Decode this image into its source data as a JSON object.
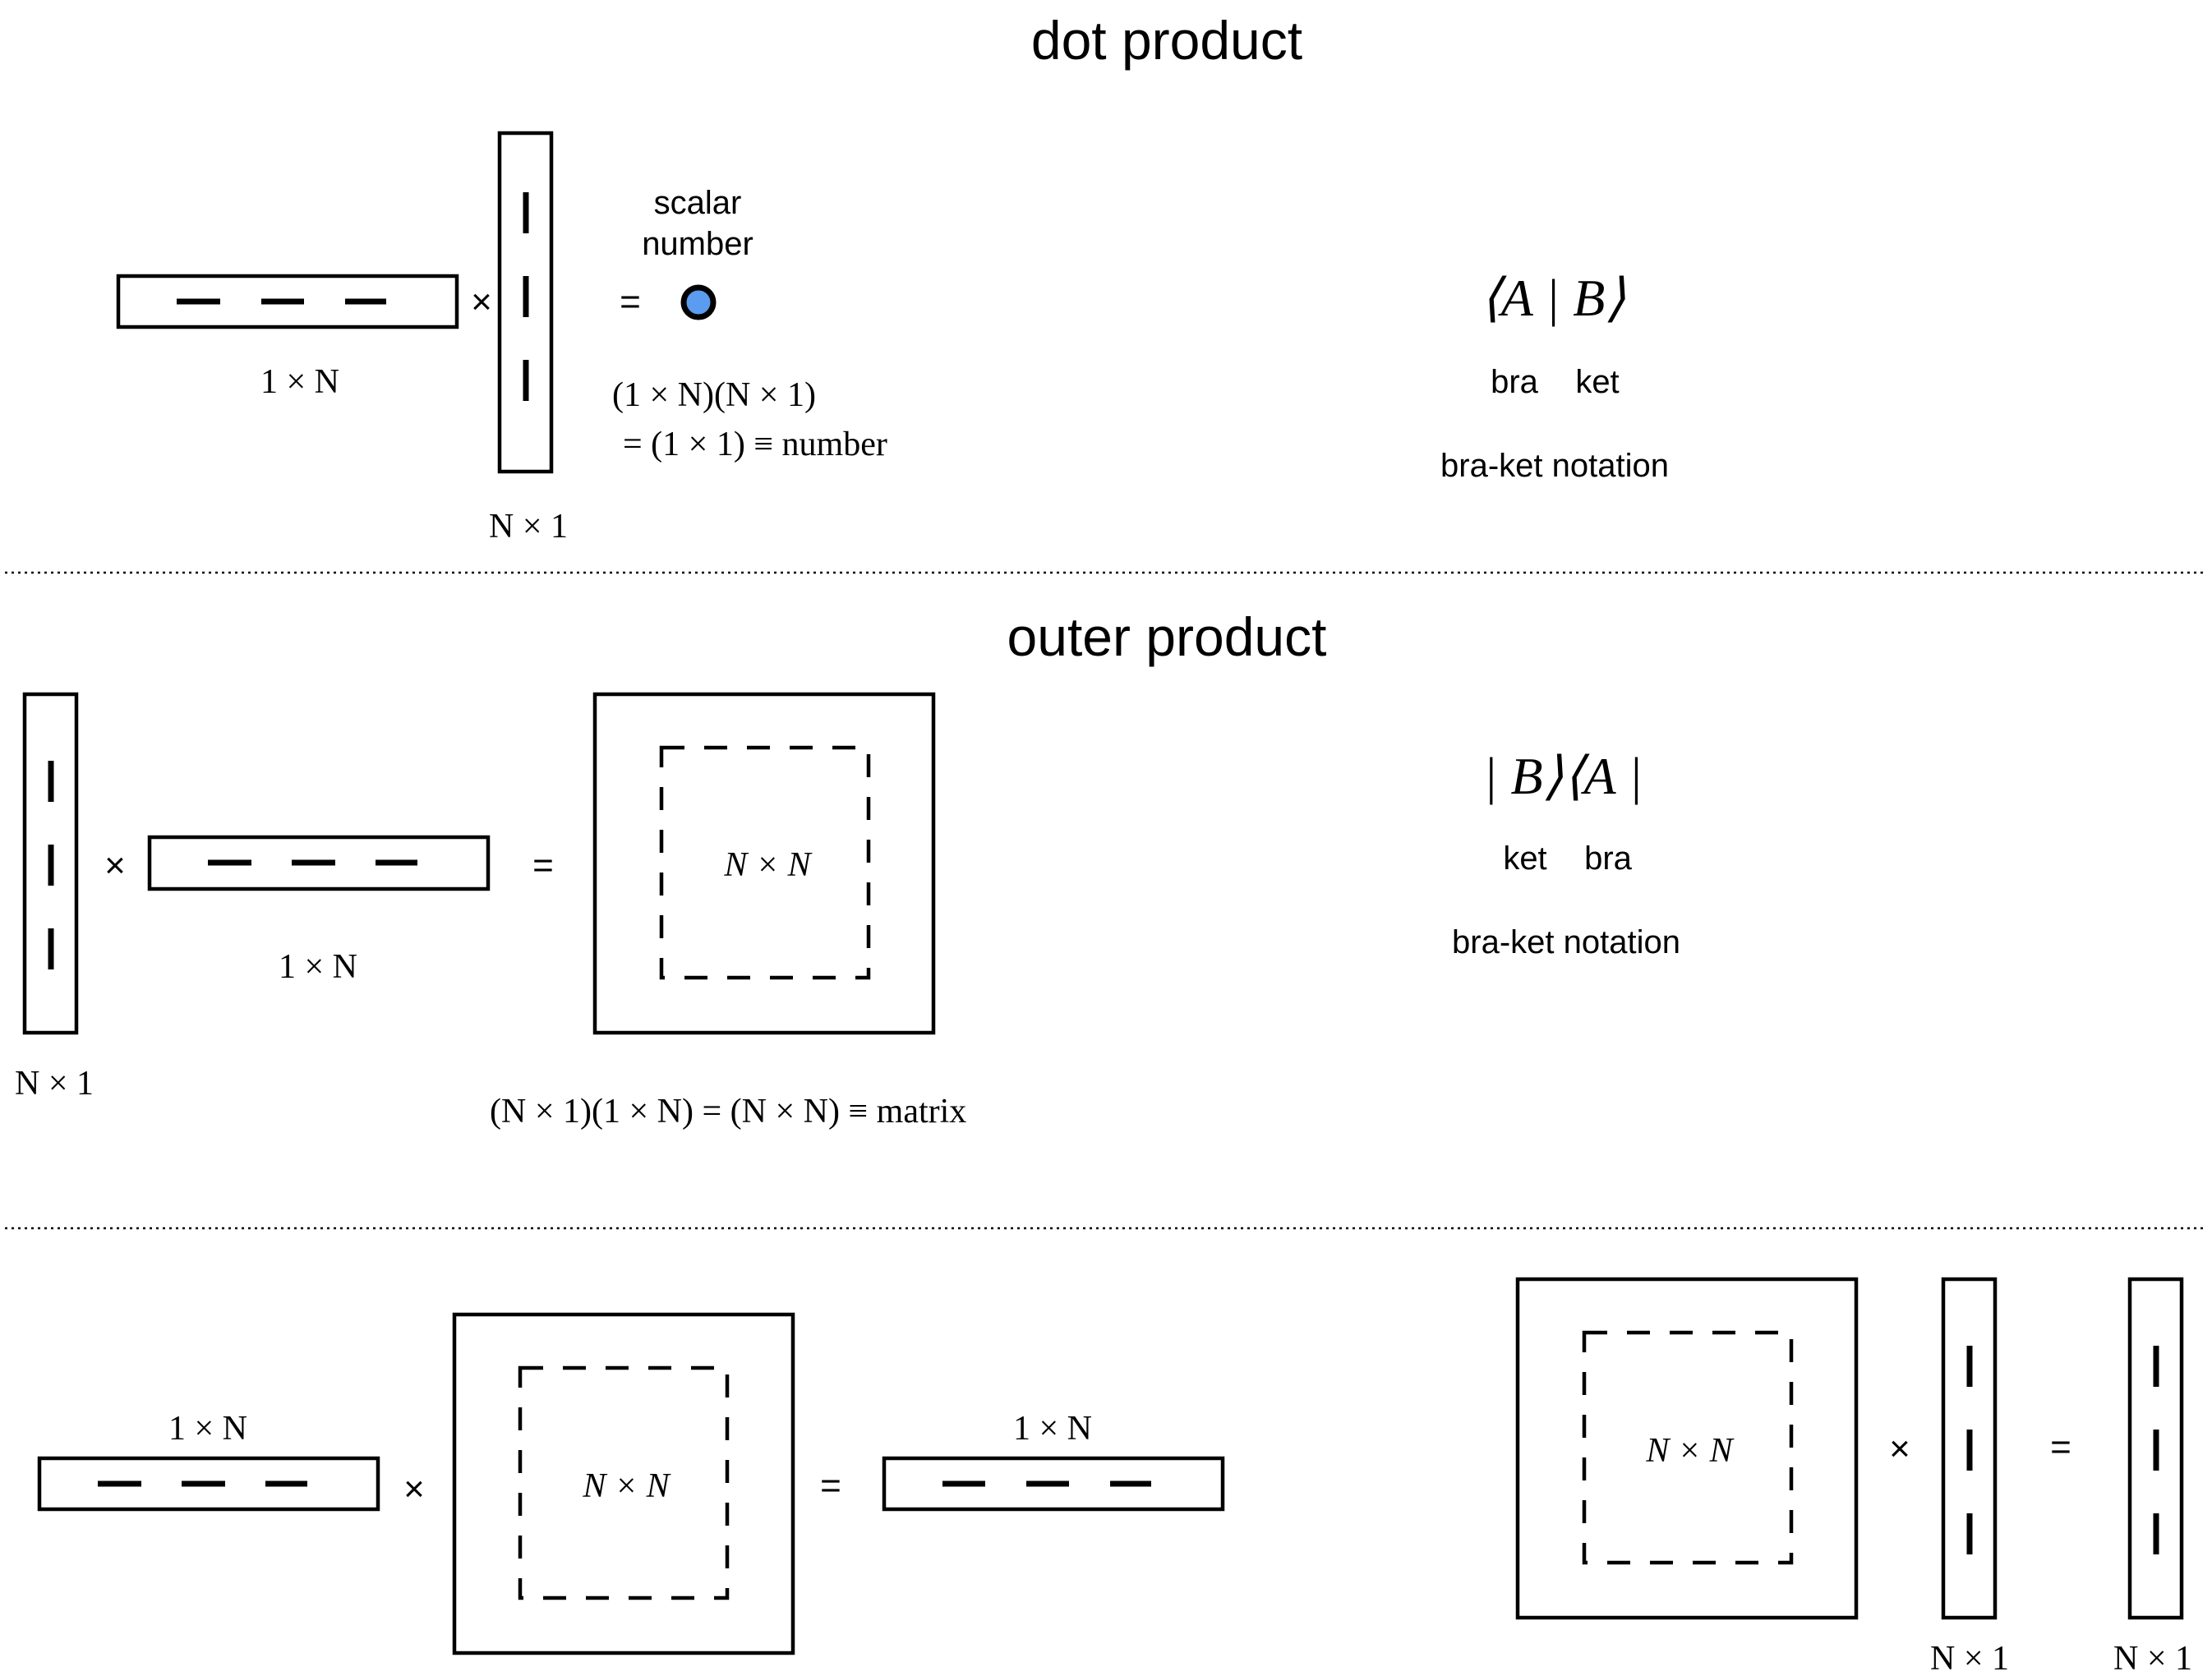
{
  "sections": {
    "dot": {
      "title": "dot product",
      "row_dim": "1 × N",
      "col_dim": "N × 1",
      "scalar_line1": "scalar",
      "scalar_line2": "number",
      "eq_line1": "(1 × N)(N × 1)",
      "eq_line2": "= (1 × 1) ≡ number",
      "braket": "⟨A | B⟩",
      "bra": "bra",
      "ket": "ket",
      "notation": "bra-ket notation",
      "point_color": "#5b9bf0"
    },
    "outer": {
      "title": "outer product",
      "col_dim": "N × 1",
      "row_dim": "1 × N",
      "matrix_dim": "N × N",
      "equation": "(N × 1)(1 × N) = (N × N) ≡ matrix",
      "braket": "| B⟩⟨A |",
      "ket": "ket",
      "bra": "bra",
      "notation": "bra-ket notation"
    },
    "vector_matrix": {
      "left_row_dim": "1 × N",
      "matrix_dim": "N × N",
      "result_row_dim": "1 × N"
    },
    "matrix_vector": {
      "matrix_dim": "N × N",
      "col_dim": "N × 1",
      "result_col_dim": "N × 1"
    }
  },
  "operators": {
    "times": "×",
    "equals": "="
  }
}
